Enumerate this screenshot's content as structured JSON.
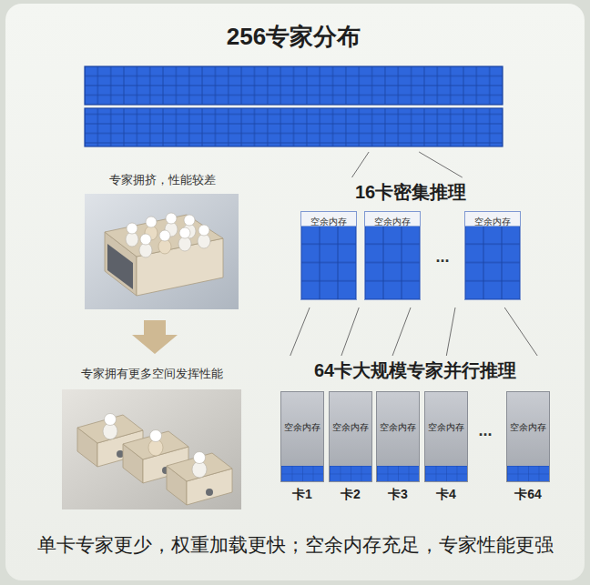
{
  "diagram": {
    "caption": "单卡专家更少，权重加载更快；空余内存充足，专家性能更强",
    "nodes": [
      {
        "text": [
          "256专家分布"
        ]
      },
      {
        "text": [
          "16卡密集推理"
        ]
      },
      {
        "text": [
          "空余内存"
        ],
        "in": 1
      },
      {
        "text": [
          "空余内存"
        ],
        "in": 1
      },
      {
        "text": [
          "空余内存"
        ],
        "in": 1
      },
      {
        "text": [
          "64卡大规模专家并行推理"
        ]
      },
      {
        "text": [
          "空余内存",
          "卡1"
        ],
        "in": 5
      },
      {
        "text": [
          "空余内存",
          "卡2"
        ],
        "in": 5
      },
      {
        "text": [
          "空余内存",
          "卡3"
        ],
        "in": 5
      },
      {
        "text": [
          "空余内存",
          "卡4"
        ],
        "in": 5
      },
      {
        "text": [
          "空余内存",
          "卡64"
        ],
        "in": 5
      }
    ],
    "edges": [
      {
        "from": 0,
        "to": 1,
        "arrow": "none"
      },
      {
        "from": 1,
        "to": 5,
        "arrow": "none"
      }
    ],
    "labels": [
      "专家拥挤，性能较差",
      "专家拥有更多空间发挥性能",
      "...",
      "..."
    ]
  }
}
